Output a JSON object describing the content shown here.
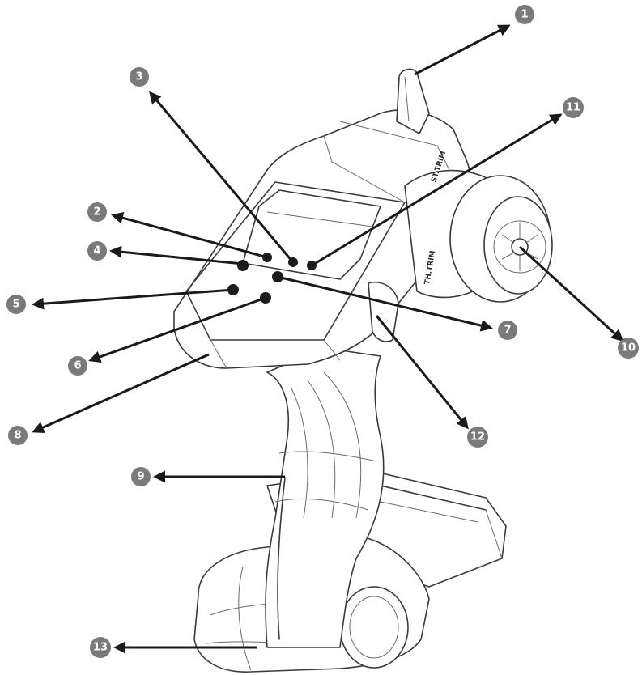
{
  "diagram": {
    "printed_labels": [
      "ST.TRIM",
      "TH.TRIM"
    ],
    "callouts": [
      {
        "id": "1",
        "label": "1"
      },
      {
        "id": "2",
        "label": "2"
      },
      {
        "id": "3",
        "label": "3"
      },
      {
        "id": "4",
        "label": "4"
      },
      {
        "id": "5",
        "label": "5"
      },
      {
        "id": "6",
        "label": "6"
      },
      {
        "id": "7",
        "label": "7"
      },
      {
        "id": "8",
        "label": "8"
      },
      {
        "id": "9",
        "label": "9"
      },
      {
        "id": "10",
        "label": "10"
      },
      {
        "id": "11",
        "label": "11"
      },
      {
        "id": "12",
        "label": "12"
      },
      {
        "id": "13",
        "label": "13"
      }
    ]
  }
}
